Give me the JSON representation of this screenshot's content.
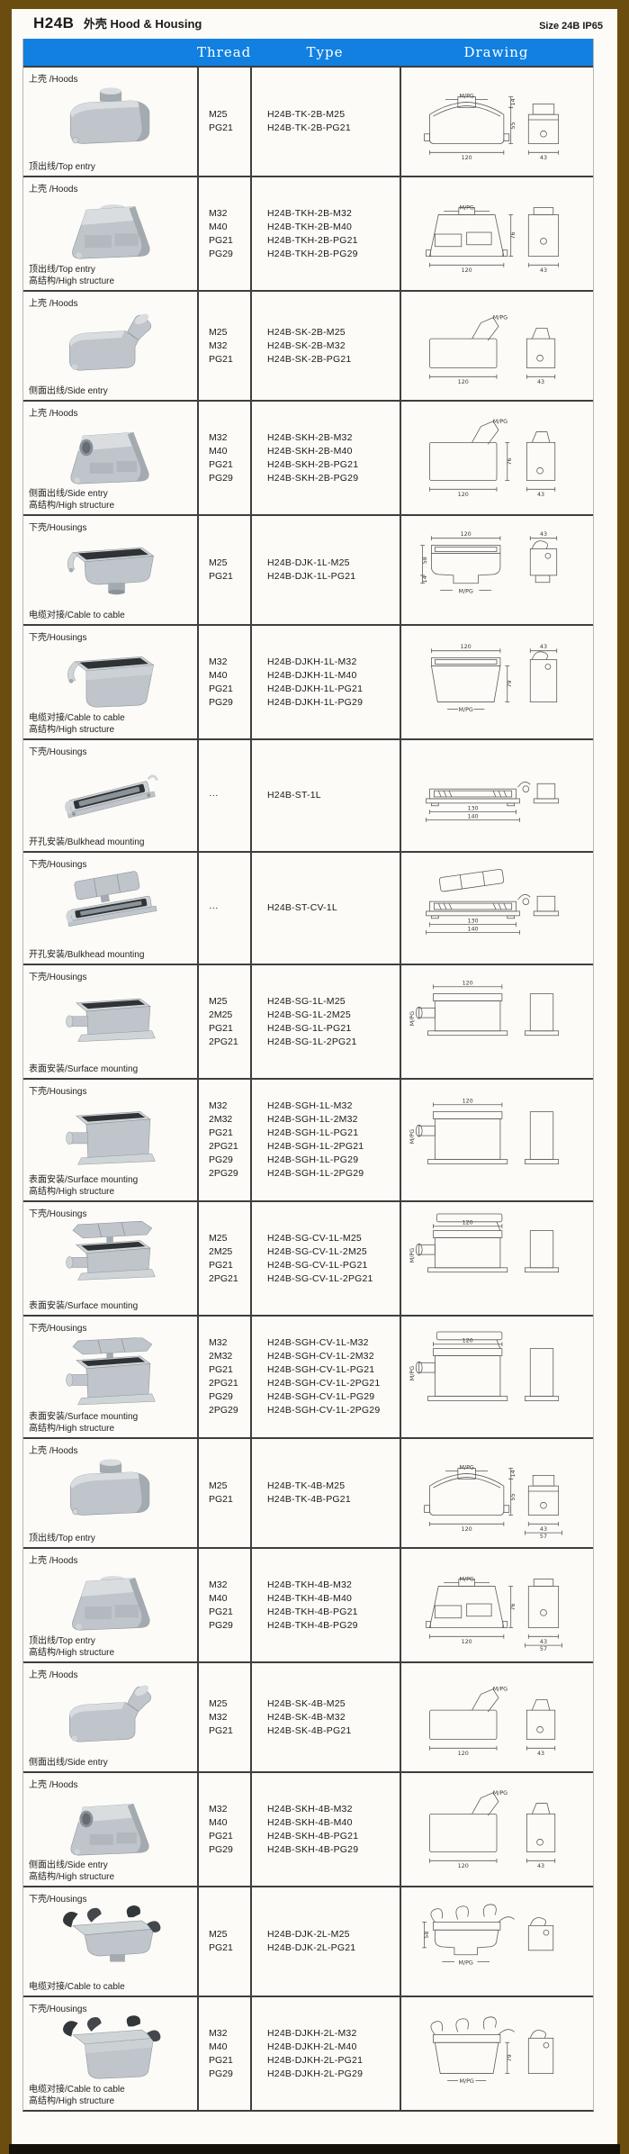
{
  "page": {
    "title_code": "H24B",
    "title_sub": "外壳 Hood & Housing",
    "size_label": "Size 24B IP65"
  },
  "colors": {
    "header_bg": "#1180e0",
    "frame": "#6b4e0f",
    "part_gray": "#bfc5cb"
  },
  "table": {
    "headers": {
      "thread": "Thread",
      "type": "Type",
      "drawing": "Drawing"
    },
    "rows": [
      {
        "category": "上壳 /Hoods",
        "caption": [
          "顶出线/Top entry"
        ],
        "threads": [
          "M25",
          "PG21"
        ],
        "types": [
          "H24B-TK-2B-M25",
          "H24B-TK-2B-PG21"
        ],
        "img": "hood-top",
        "drawing": {
          "kind": "hood",
          "top": "M/PG",
          "right2": "14",
          "right": "55",
          "bottom": "120",
          "side": "43"
        }
      },
      {
        "category": "上壳 /Hoods",
        "caption": [
          "顶出线/Top entry",
          "高结构/High structure"
        ],
        "threads": [
          "M32",
          "M40",
          "PG21",
          "PG29"
        ],
        "types": [
          "H24B-TKH-2B-M32",
          "H24B-TKH-2B-M40",
          "H24B-TKH-2B-PG21",
          "H24B-TKH-2B-PG29"
        ],
        "img": "hood-top-high",
        "drawing": {
          "kind": "hood",
          "high": true,
          "top": "M/PG",
          "right": "76",
          "bottom": "120",
          "side": "43"
        }
      },
      {
        "category": "上壳 /Hoods",
        "caption": [
          "侧面出线/Side entry"
        ],
        "threads": [
          "M25",
          "M32",
          "PG21"
        ],
        "types": [
          "H24B-SK-2B-M25",
          "H24B-SK-2B-M32",
          "H24B-SK-2B-PG21"
        ],
        "img": "hood-side",
        "drawing": {
          "kind": "hood-side",
          "top": "M/PG",
          "bottom": "120",
          "side": "43"
        }
      },
      {
        "category": "上壳 /Hoods",
        "caption": [
          "侧面出线/Side entry",
          "高结构/High structure"
        ],
        "threads": [
          "M32",
          "M40",
          "PG21",
          "PG29"
        ],
        "types": [
          "H24B-SKH-2B-M32",
          "H24B-SKH-2B-M40",
          "H24B-SKH-2B-PG21",
          "H24B-SKH-2B-PG29"
        ],
        "img": "hood-side-high",
        "drawing": {
          "kind": "hood-side",
          "high": true,
          "top": "M/PG",
          "right": "76",
          "bottom": "120",
          "side": "43"
        }
      },
      {
        "category": "下壳/Housings",
        "caption": [
          "电缆对接/Cable to cable"
        ],
        "threads": [
          "M25",
          "PG21"
        ],
        "types": [
          "H24B-DJK-1L-M25",
          "H24B-DJK-1L-PG21"
        ],
        "img": "housing-lever",
        "drawing": {
          "kind": "housing",
          "top": "120",
          "left": "58",
          "left2": "14",
          "bottom": "M/PG",
          "side": "43"
        }
      },
      {
        "category": "下壳/Housings",
        "caption": [
          "电缆对接/Cable to cable",
          "高结构/High structure"
        ],
        "threads": [
          "M32",
          "M40",
          "PG21",
          "PG29"
        ],
        "types": [
          "H24B-DJKH-1L-M32",
          "H24B-DJKH-1L-M40",
          "H24B-DJKH-1L-PG21",
          "H24B-DJKH-1L-PG29"
        ],
        "img": "housing-lever-high",
        "drawing": {
          "kind": "housing",
          "high": true,
          "top": "120",
          "right": "79",
          "bottom": "M/PG",
          "side": "43"
        }
      },
      {
        "category": "下壳/Housings",
        "caption": [
          "开孔安装/Bulkhead mounting"
        ],
        "threads": [
          "···"
        ],
        "types": [
          "H24B-ST-1L"
        ],
        "img": "bulkhead",
        "drawing": {
          "kind": "bulkhead",
          "bottom": "130",
          "bottom2": "140"
        }
      },
      {
        "category": "下壳/Housings",
        "caption": [
          "开孔安装/Bulkhead mounting"
        ],
        "threads": [
          "···"
        ],
        "types": [
          "H24B-ST-CV-1L"
        ],
        "img": "bulkhead-cover",
        "drawing": {
          "kind": "bulkhead",
          "cover": true,
          "bottom": "130",
          "bottom2": "140"
        }
      },
      {
        "category": "下壳/Housings",
        "caption": [
          "表面安装/Surface mounting"
        ],
        "threads": [
          "M25",
          "2M25",
          "PG21",
          "2PG21"
        ],
        "types": [
          "H24B-SG-1L-M25",
          "H24B-SG-1L-2M25",
          "H24B-SG-1L-PG21",
          "H24B-SG-1L-2PG21"
        ],
        "img": "surface",
        "drawing": {
          "kind": "surface",
          "top": "120",
          "left": "M/PG"
        }
      },
      {
        "category": "下壳/Housings",
        "caption": [
          "表面安装/Surface mounting",
          "高结构/High structure"
        ],
        "threads": [
          "M32",
          "2M32",
          "PG21",
          "2PG21",
          "PG29",
          "2PG29"
        ],
        "types": [
          "H24B-SGH-1L-M32",
          "H24B-SGH-1L-2M32",
          "H24B-SGH-1L-PG21",
          "H24B-SGH-1L-2PG21",
          "H24B-SGH-1L-PG29",
          "H24B-SGH-1L-2PG29"
        ],
        "img": "surface-high",
        "drawing": {
          "kind": "surface",
          "high": true,
          "top": "120",
          "left": "M/PG"
        }
      },
      {
        "category": "下壳/Housings",
        "caption": [
          "表面安装/Surface mounting"
        ],
        "threads": [
          "M25",
          "2M25",
          "PG21",
          "2PG21"
        ],
        "types": [
          "H24B-SG-CV-1L-M25",
          "H24B-SG-CV-1L-2M25",
          "H24B-SG-CV-1L-PG21",
          "H24B-SG-CV-1L-2PG21"
        ],
        "img": "surface-cover",
        "drawing": {
          "kind": "surface",
          "cover": true,
          "top": "120",
          "left": "M/PG"
        }
      },
      {
        "category": "下壳/Housings",
        "caption": [
          "表面安装/Surface mounting",
          "高结构/High structure"
        ],
        "threads": [
          "M32",
          "2M32",
          "PG21",
          "2PG21",
          "PG29",
          "2PG29"
        ],
        "types": [
          "H24B-SGH-CV-1L-M32",
          "H24B-SGH-CV-1L-2M32",
          "H24B-SGH-CV-1L-PG21",
          "H24B-SGH-CV-1L-2PG21",
          "H24B-SGH-CV-1L-PG29",
          "H24B-SGH-CV-1L-2PG29"
        ],
        "img": "surface-cover-high",
        "drawing": {
          "kind": "surface",
          "cover": true,
          "high": true,
          "top": "120",
          "left": "M/PG"
        }
      },
      {
        "category": "上壳 /Hoods",
        "caption": [
          "顶出线/Top entry"
        ],
        "threads": [
          "M25",
          "PG21"
        ],
        "types": [
          "H24B-TK-4B-M25",
          "H24B-TK-4B-PG21"
        ],
        "img": "hood-top",
        "drawing": {
          "kind": "hood",
          "top": "M/PG",
          "right2": "14",
          "right": "55",
          "bottom": "120",
          "side": "43",
          "side2": "57"
        }
      },
      {
        "category": "上壳 /Hoods",
        "caption": [
          "顶出线/Top entry",
          "高结构/High structure"
        ],
        "threads": [
          "M32",
          "M40",
          "PG21",
          "PG29"
        ],
        "types": [
          "H24B-TKH-4B-M32",
          "H24B-TKH-4B-M40",
          "H24B-TKH-4B-PG21",
          "H24B-TKH-4B-PG29"
        ],
        "img": "hood-top-high",
        "drawing": {
          "kind": "hood",
          "high": true,
          "top": "M/PG",
          "right": "76",
          "bottom": "120",
          "side": "43",
          "side2": "57"
        }
      },
      {
        "category": "上壳 /Hoods",
        "caption": [
          "侧面出线/Side entry"
        ],
        "threads": [
          "M25",
          "M32",
          "PG21"
        ],
        "types": [
          "H24B-SK-4B-M25",
          "H24B-SK-4B-M32",
          "H24B-SK-4B-PG21"
        ],
        "img": "hood-side",
        "drawing": {
          "kind": "hood-side",
          "top": "M/PG",
          "bottom": "120",
          "side": "43"
        }
      },
      {
        "category": "上壳 /Hoods",
        "caption": [
          "侧面出线/Side entry",
          "高结构/High structure"
        ],
        "threads": [
          "M32",
          "M40",
          "PG21",
          "PG29"
        ],
        "types": [
          "H24B-SKH-4B-M32",
          "H24B-SKH-4B-M40",
          "H24B-SKH-4B-PG21",
          "H24B-SKH-4B-PG29"
        ],
        "img": "hood-side-high",
        "drawing": {
          "kind": "hood-side",
          "high": true,
          "top": "M/PG",
          "bottom": "120",
          "side": "43"
        }
      },
      {
        "category": "下壳/Housings",
        "caption": [
          "电缆对接/Cable to cable"
        ],
        "threads": [
          "M25",
          "PG21"
        ],
        "types": [
          "H24B-DJK-2L-M25",
          "H24B-DJK-2L-PG21"
        ],
        "img": "housing-claw",
        "drawing": {
          "kind": "claw",
          "left": "58",
          "bottom": "M/PG"
        }
      },
      {
        "category": "下壳/Housings",
        "caption": [
          "电缆对接/Cable to cable",
          "高结构/High structure"
        ],
        "threads": [
          "M32",
          "M40",
          "PG21",
          "PG29"
        ],
        "types": [
          "H24B-DJKH-2L-M32",
          "H24B-DJKH-2L-M40",
          "H24B-DJKH-2L-PG21",
          "H24B-DJKH-2L-PG29"
        ],
        "img": "housing-claw-high",
        "drawing": {
          "kind": "claw",
          "high": true,
          "right": "79",
          "bottom": "M/PG"
        }
      }
    ]
  }
}
